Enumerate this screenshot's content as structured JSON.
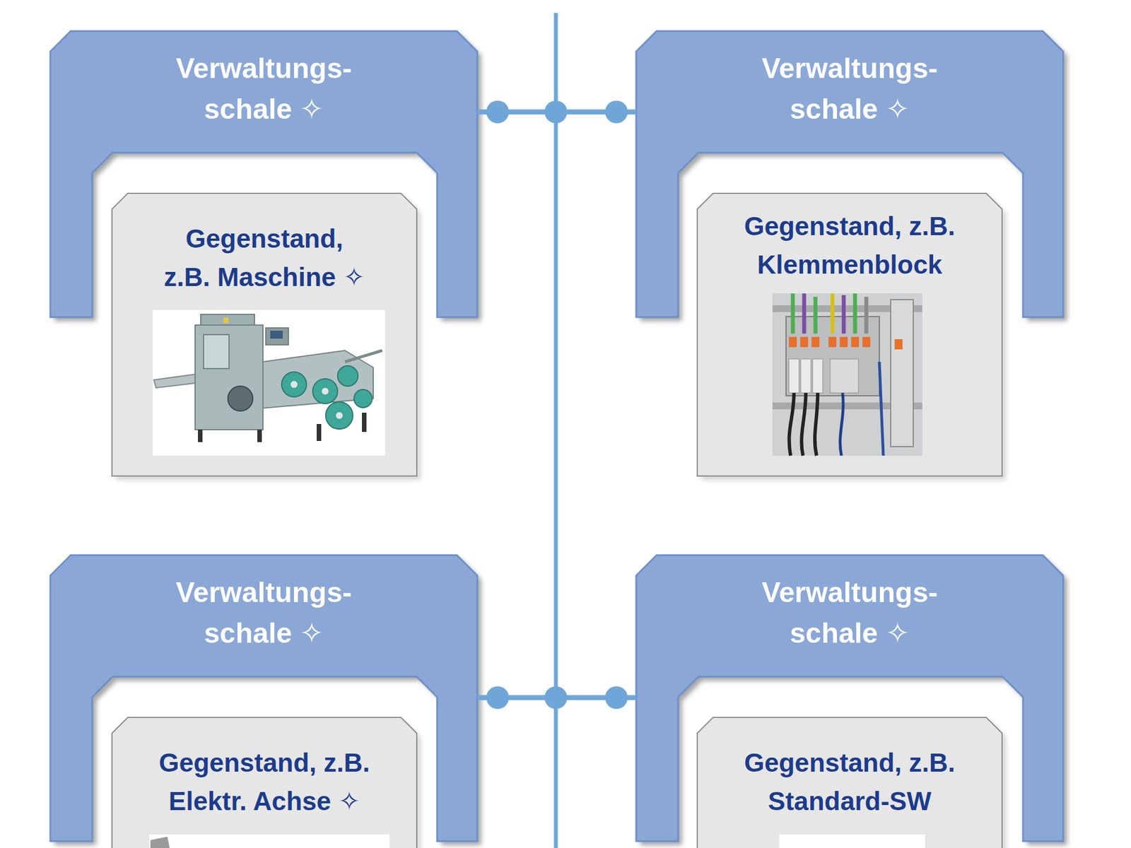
{
  "diagram": {
    "nodes": [
      {
        "text": [
          "Verwaltungs- schale ✧"
        ]
      },
      {
        "text": [
          "Gegenstand, z.B. Maschine ✧"
        ],
        "in": 0
      },
      {
        "text": [
          "Verwaltungs- schale ✧"
        ]
      },
      {
        "text": [
          "Gegenstand, z.B. Klemmenblock"
        ],
        "in": 2
      },
      {
        "text": [
          "Verwaltungs- schale ✧"
        ]
      },
      {
        "text": [
          "Gegenstand, z.B. Elektr. Achse ✧"
        ],
        "in": 4
      },
      {
        "text": [
          "Verwaltungs- schale ✧"
        ]
      },
      {
        "text": [
          "Gegenstand, z.B. Standard-SW"
        ],
        "in": 6
      }
    ],
    "edges": [
      {
        "from": 0,
        "to": 2,
        "arrow": "none"
      },
      {
        "from": 4,
        "to": 6,
        "arrow": "none"
      }
    ]
  }
}
